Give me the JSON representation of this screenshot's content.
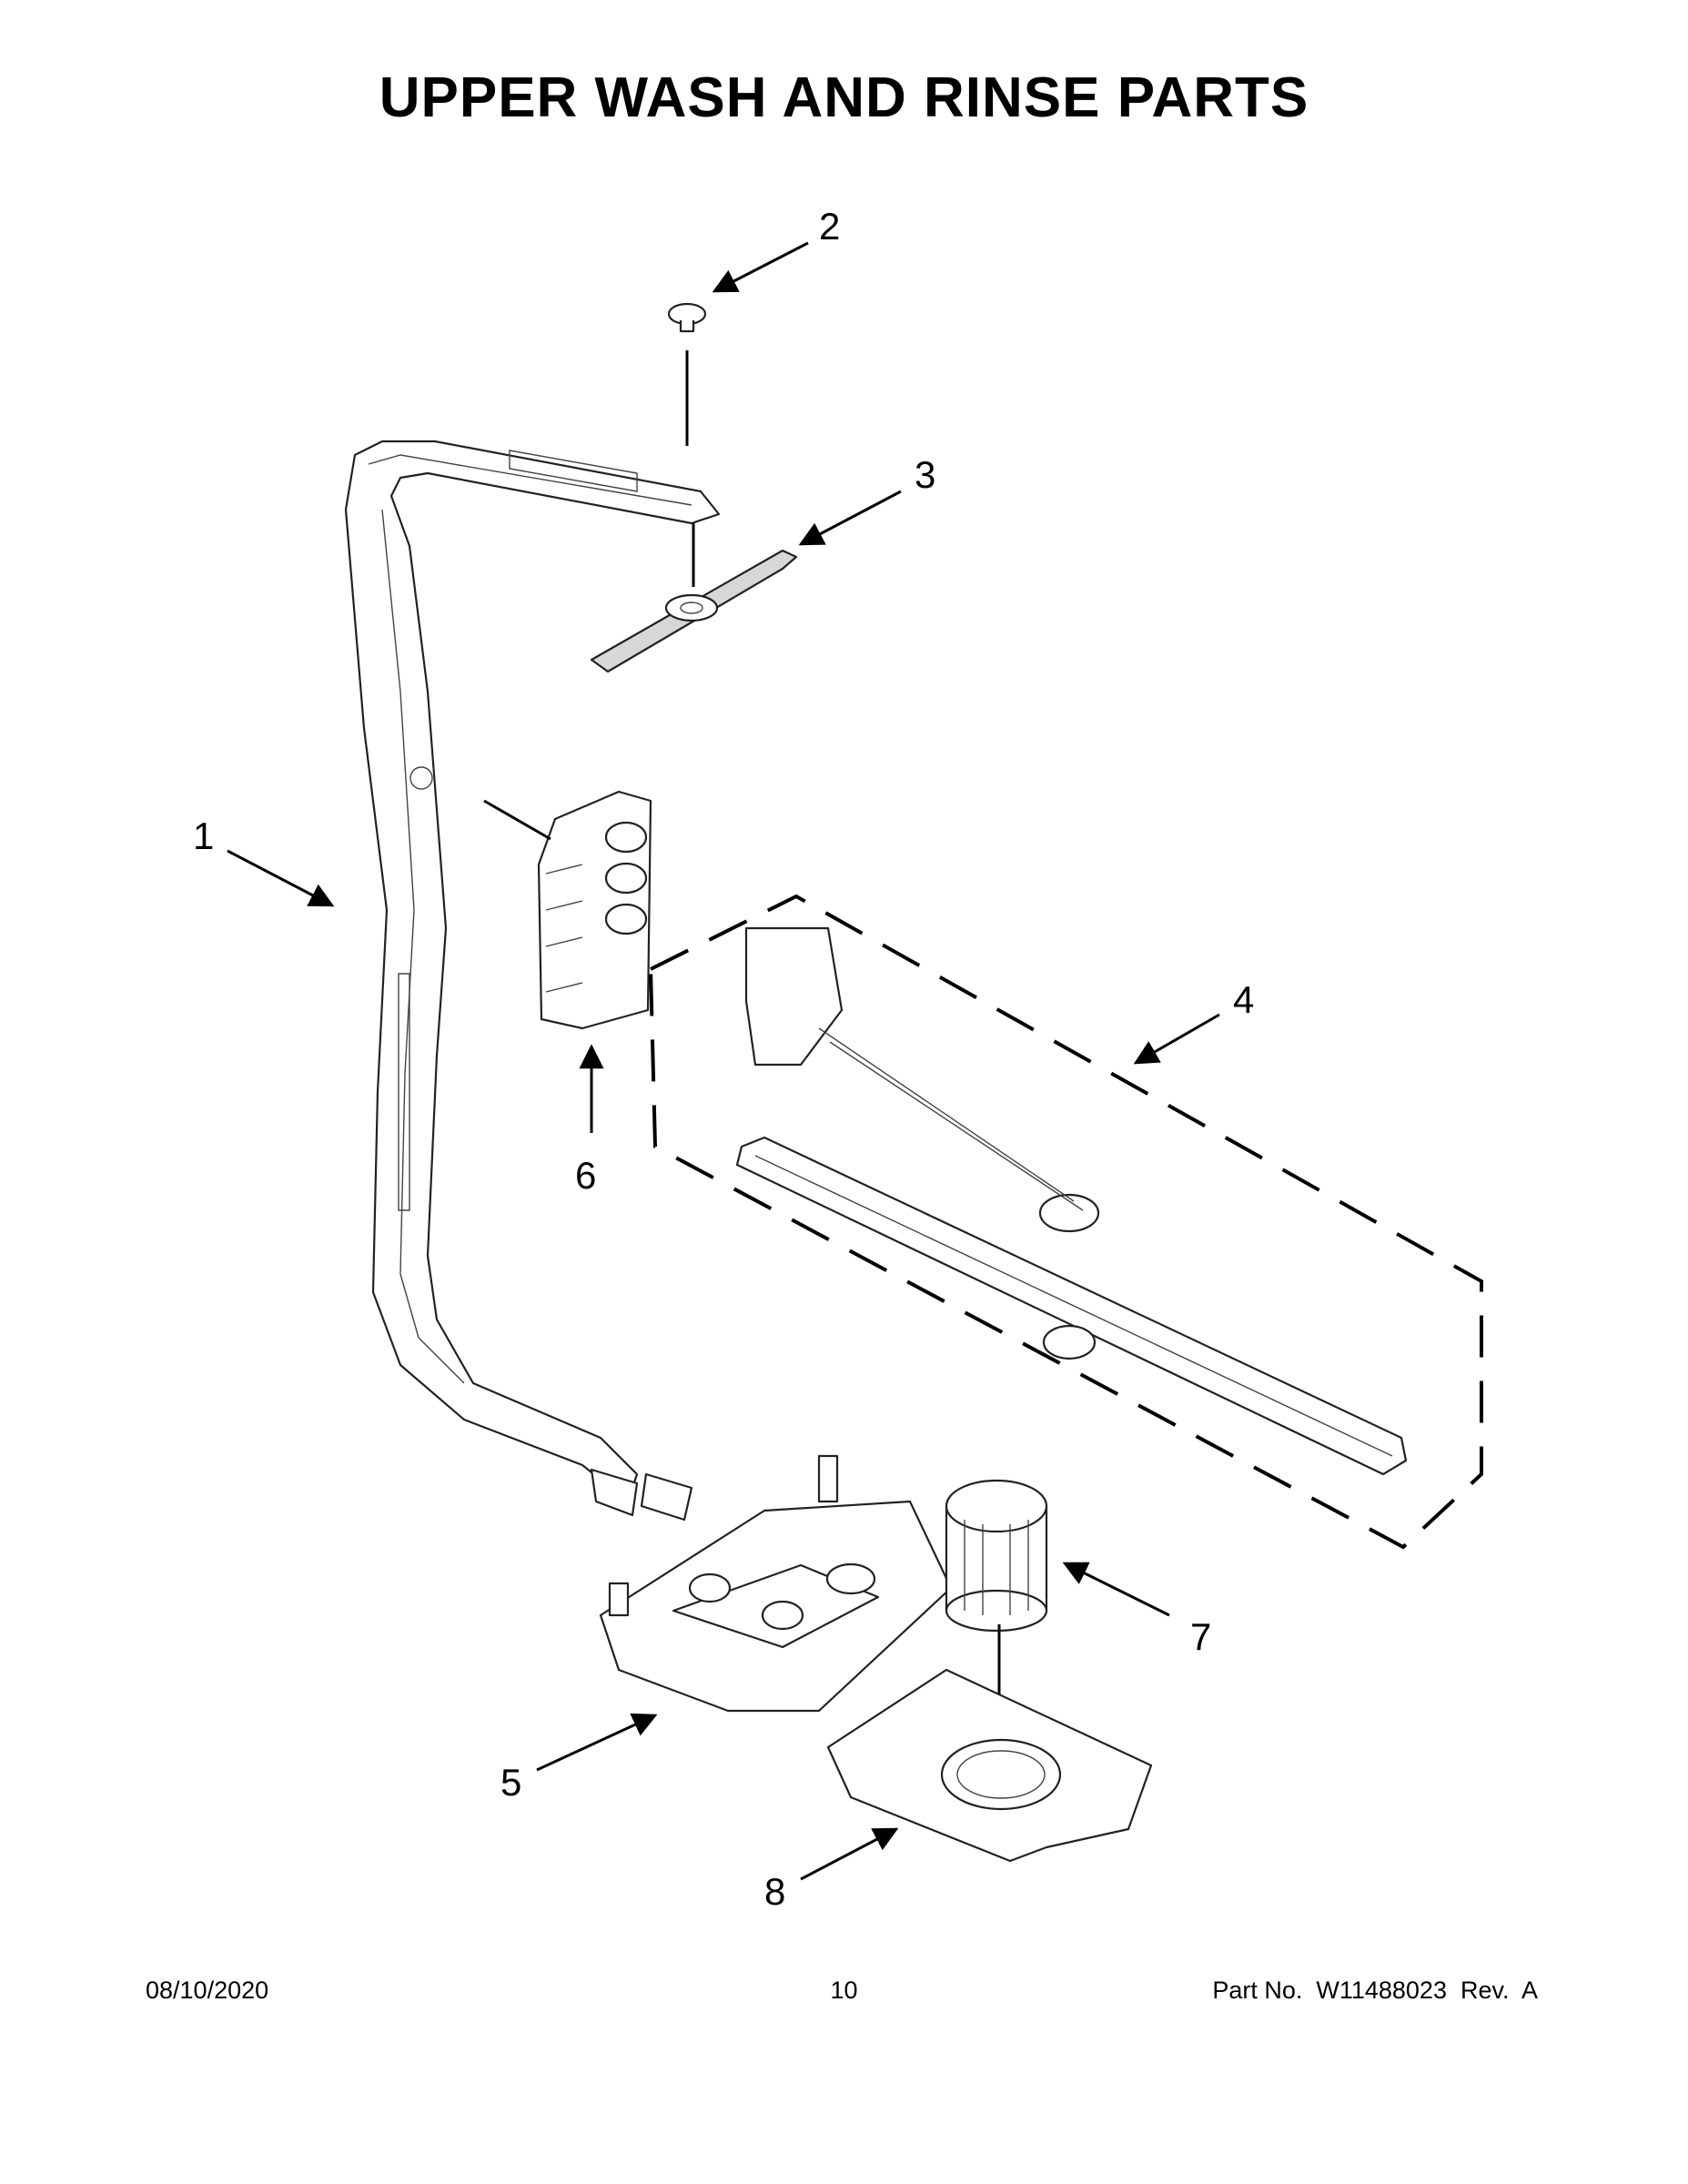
{
  "title": "UPPER WASH AND RINSE PARTS",
  "callouts": [
    "1",
    "2",
    "3",
    "4",
    "5",
    "6",
    "7",
    "8"
  ],
  "footer": {
    "date": "08/10/2020",
    "page": "10",
    "part_no": "Part No.  W11488023  Rev.  A"
  },
  "colors": {
    "line": "#000000",
    "shading": "#d7d7d7",
    "background": "#ffffff"
  }
}
